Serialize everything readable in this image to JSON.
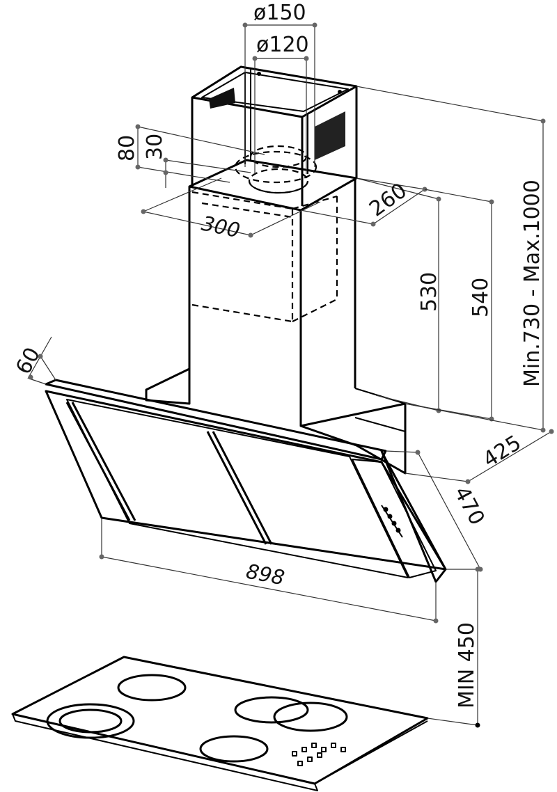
{
  "dimensions": {
    "duct_outer_diameter": "ø150",
    "duct_inner_diameter": "ø120",
    "offset_80": "80",
    "offset_30": "30",
    "chimney_width": "300",
    "chimney_depth": "260",
    "chimney_lower_height": "530",
    "chimney_upper_height": "540",
    "total_height_range": "Min.730 - Max.1000",
    "canopy_thickness": "60",
    "hood_depth_top": "425",
    "hood_depth_bottom": "470",
    "hood_width": "898",
    "min_clearance": "MIN 450"
  },
  "colors": {
    "line": "#000000",
    "dimension_line": "#333333",
    "dimension_dot": "#666666",
    "vent_panel": "#222222"
  }
}
